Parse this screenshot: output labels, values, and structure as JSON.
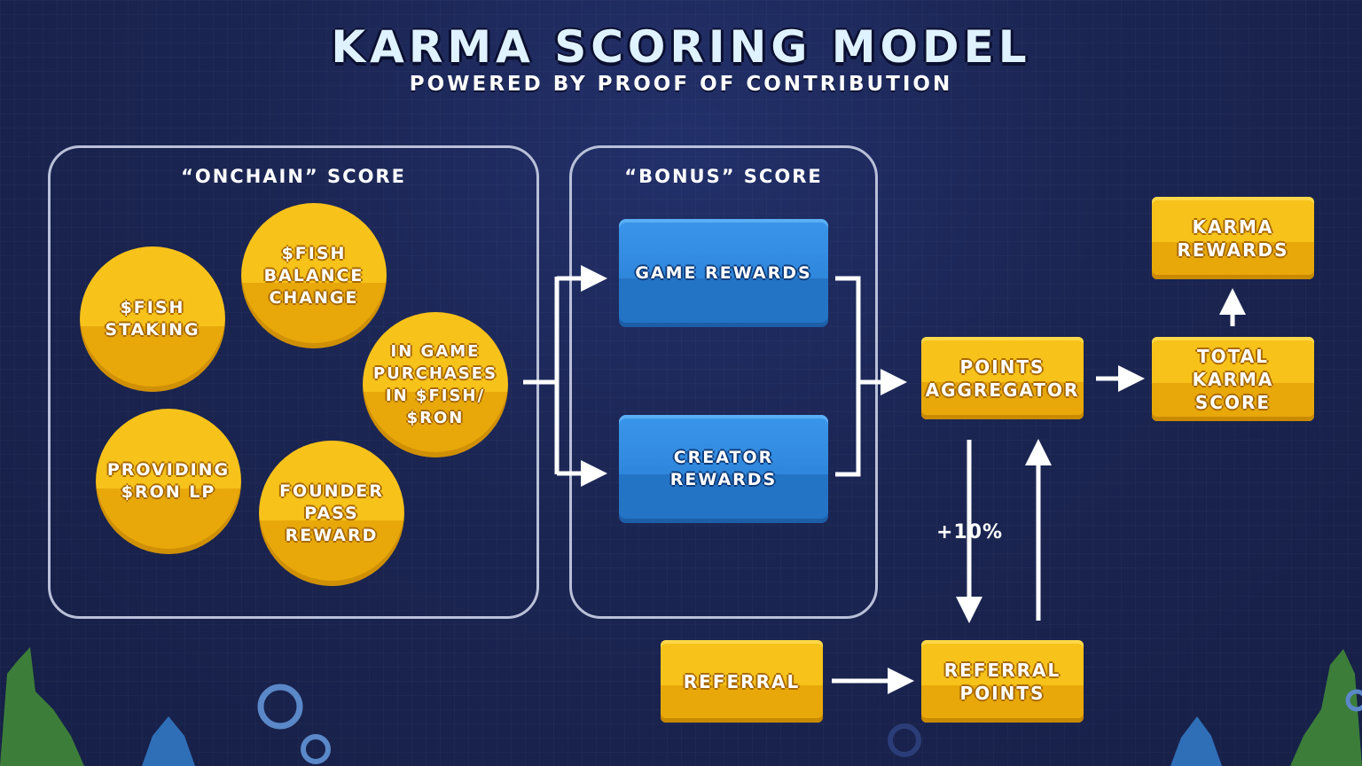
{
  "header": {
    "title": "KARMA SCORING MODEL",
    "subtitle": "POWERED BY PROOF OF CONTRIBUTION"
  },
  "onchain": {
    "title": "“ONCHAIN” SCORE",
    "items": [
      "$FISH\nSTAKING",
      "$FISH\nBALANCE\nCHANGE",
      "IN GAME\nPURCHASES\nIN $FISH/\n$RON",
      "PROVIDING\n$RON LP",
      "FOUNDER\nPASS\nREWARD"
    ]
  },
  "bonus": {
    "title": "“BONUS” SCORE",
    "items": [
      "GAME REWARDS",
      "CREATOR\nREWARDS"
    ]
  },
  "flow": {
    "points_aggregator": "POINTS\nAGGREGATOR",
    "total_karma_score": "TOTAL\nKARMA\nSCORE",
    "karma_rewards": "KARMA\nREWARDS",
    "referral": "REFERRAL",
    "referral_points": "REFERRAL\nPOINTS",
    "referral_bonus": "+10%"
  },
  "colors": {
    "background": "#1a2450",
    "gold": "#f7c21a",
    "blue": "#2f87dc",
    "panel_border": "#b9c0d8",
    "arrow": "#ffffff"
  }
}
